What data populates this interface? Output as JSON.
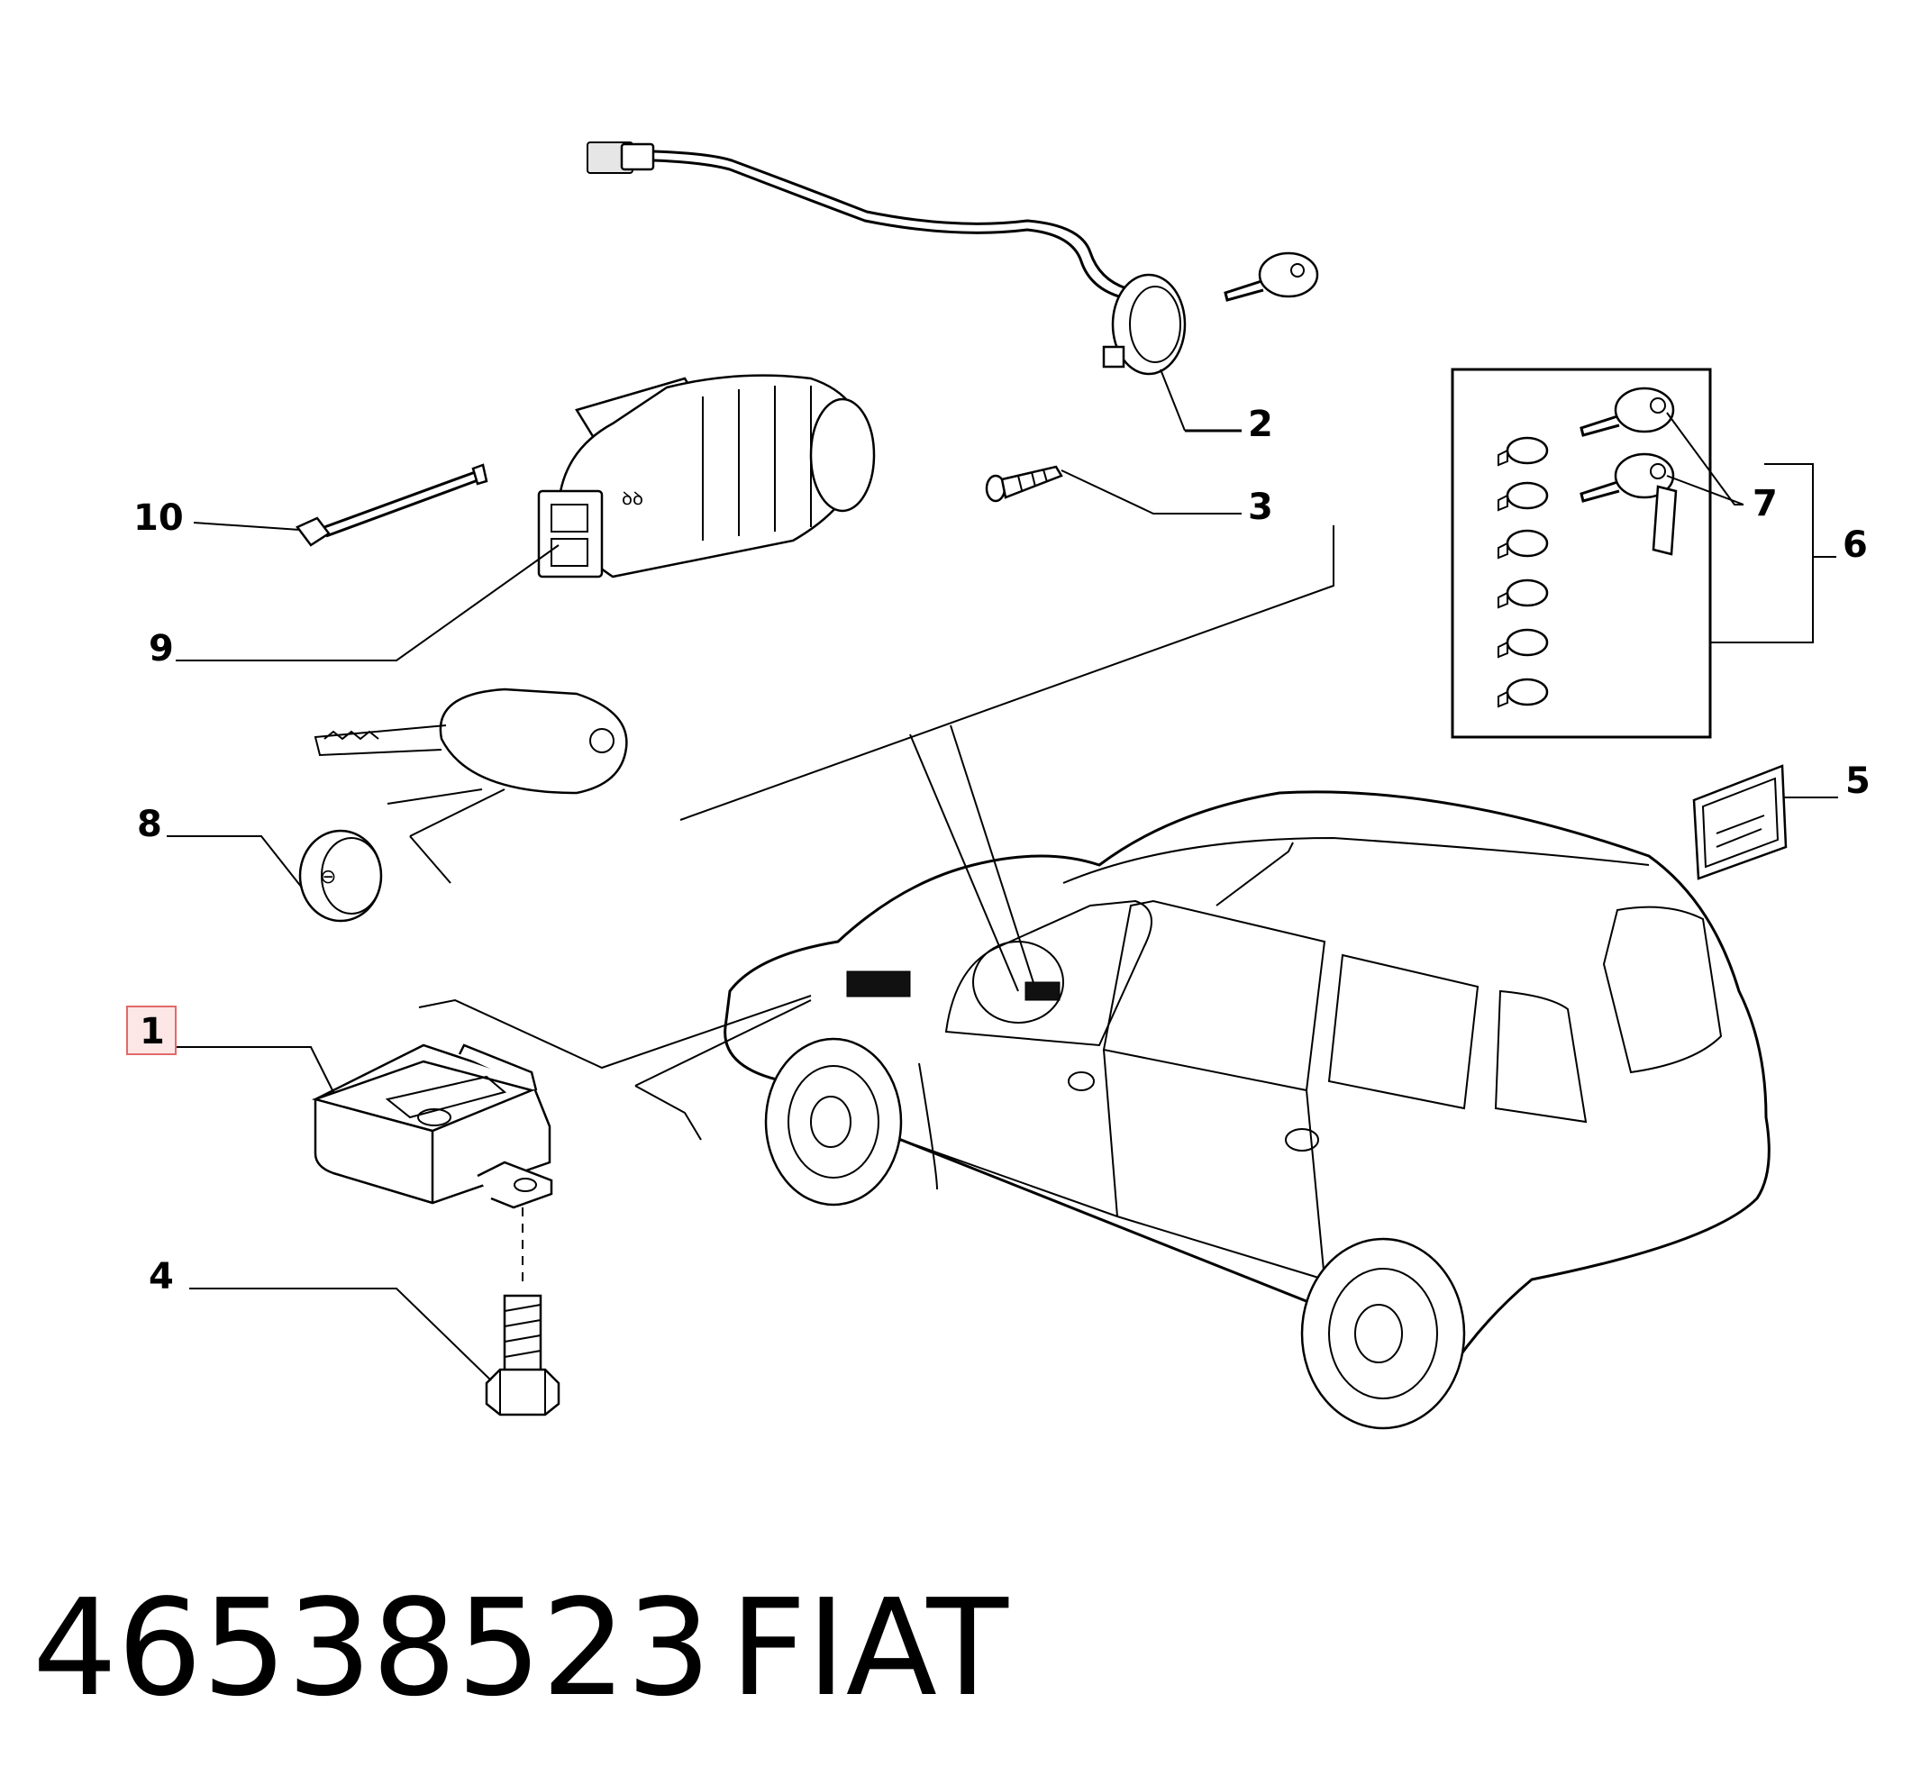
{
  "callouts": {
    "c1": "1",
    "c2": "2",
    "c3": "3",
    "c4": "4",
    "c5": "5",
    "c6": "6",
    "c7": "7",
    "c8": "8",
    "c9": "9",
    "c10": "10"
  },
  "highlighted_callout": "1",
  "caption": {
    "part_number": "46538523",
    "brand": "FIAT"
  },
  "colors": {
    "highlight_border": "#e06a6a",
    "highlight_fill": "#fde6e6",
    "line": "#000000"
  }
}
